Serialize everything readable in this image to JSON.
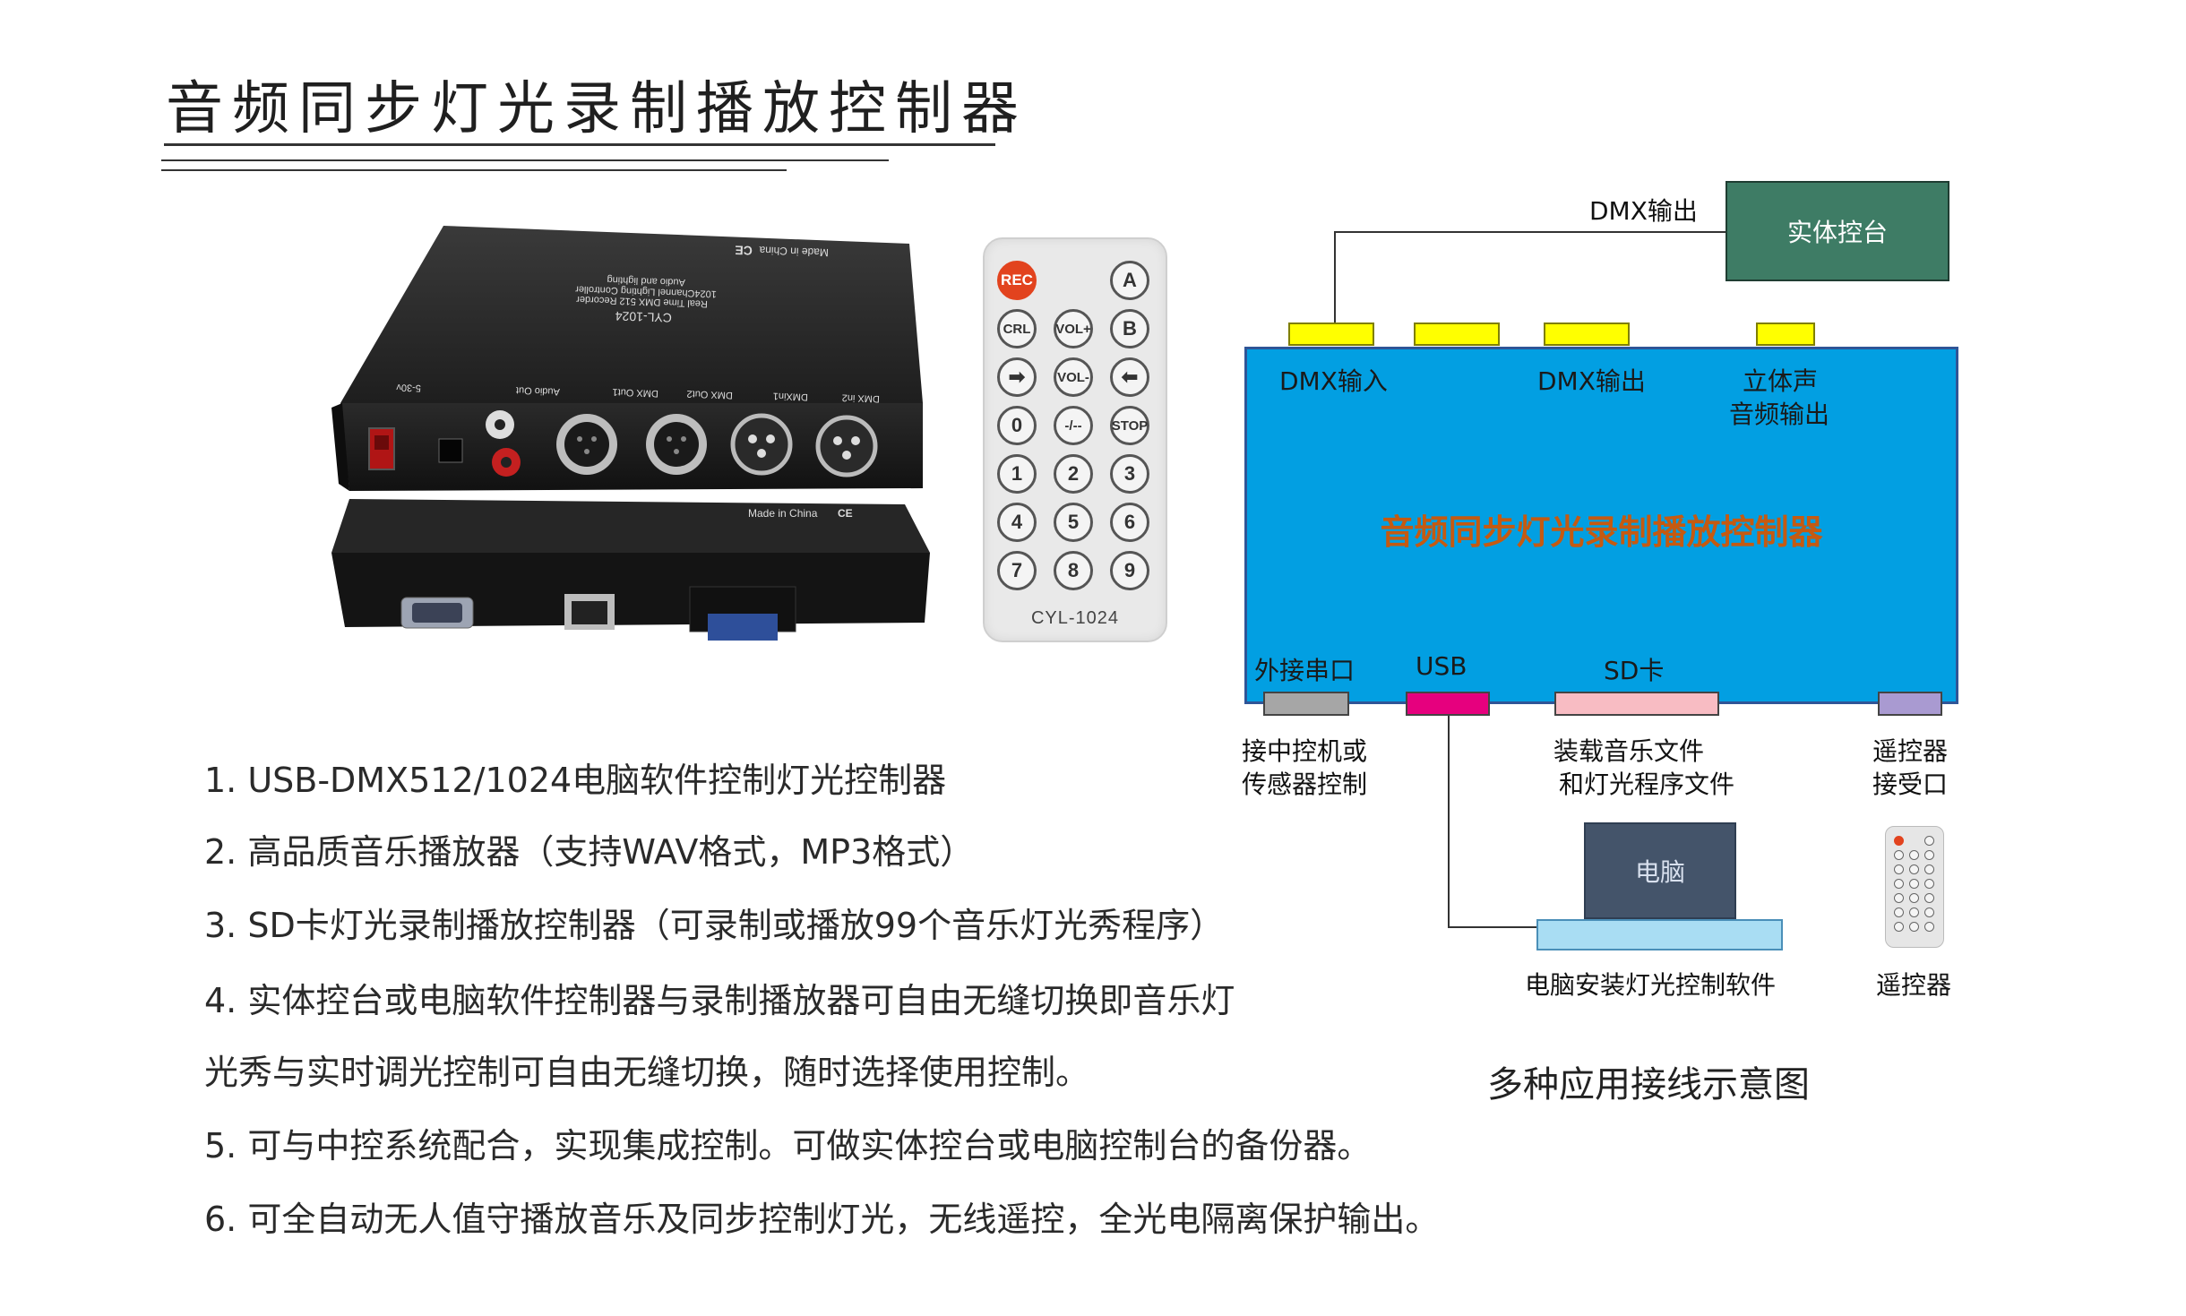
{
  "title": "音频同步灯光录制播放控制器",
  "device": {
    "top_panel": {
      "made_in": "Made in China",
      "ce_mark": "CE",
      "model": "CYL-1024",
      "line1": "Audio and lighting",
      "line2": "1024Channel Lighting Controller",
      "line3": "Real Time DMX 512 Recorder",
      "port_labels": [
        "DMX in2",
        "DMXin1",
        "DMX Out2",
        "DMX Out1",
        "Audio Out",
        "5-30v"
      ]
    },
    "bottom_panel": {
      "made_in": "Made in China",
      "ce_mark": "CE"
    }
  },
  "remote": {
    "buttons": [
      {
        "label": "REC",
        "style": "rec"
      },
      {
        "label": "A",
        "style": "normal"
      },
      {
        "label": "CRL",
        "style": "small"
      },
      {
        "label": "VOL+",
        "style": "small"
      },
      {
        "label": "B",
        "style": "normal"
      },
      {
        "label": "➡",
        "style": "normal"
      },
      {
        "label": "VOL-",
        "style": "small"
      },
      {
        "label": "⬅",
        "style": "normal"
      },
      {
        "label": "0",
        "style": "normal"
      },
      {
        "label": "-/--",
        "style": "small"
      },
      {
        "label": "STOP",
        "style": "small"
      },
      {
        "label": "1",
        "style": "normal"
      },
      {
        "label": "2",
        "style": "normal"
      },
      {
        "label": "3",
        "style": "normal"
      },
      {
        "label": "4",
        "style": "normal"
      },
      {
        "label": "5",
        "style": "normal"
      },
      {
        "label": "6",
        "style": "normal"
      },
      {
        "label": "7",
        "style": "normal"
      },
      {
        "label": "8",
        "style": "normal"
      },
      {
        "label": "9",
        "style": "normal"
      }
    ],
    "model": "CYL-1024"
  },
  "features": [
    "1.  USB-DMX512/1024电脑软件控制灯光控制器",
    "2.  高品质音乐播放器（支持WAV格式，MP3格式）",
    "3.  SD卡灯光录制播放控制器（可录制或播放99个音乐灯光秀程序）",
    "4.  实体控台或电脑软件控制器与录制播放器可自由无缝切换即音乐灯",
    "      光秀与实时调光控制可自由无缝切换，随时选择使用控制。",
    "5. 可与中控系统配合，实现集成控制。可做实体控台或电脑控制台的备份器。",
    "6.  可全自动无人值守播放音乐及同步控制灯光，无线遥控，全光电隔离保护输出。"
  ],
  "diagram": {
    "main_box_label": "音频同步灯光录制播放控制器",
    "console_label": "实体控台",
    "dmx_out_wire_label": "DMX输出",
    "top_ports": {
      "dmx_in": "DMX输入",
      "dmx_out": "DMX输出",
      "stereo_line1": "立体声",
      "stereo_line2": "音频输出"
    },
    "bottom_ports": {
      "serial": "外接串口",
      "usb": "USB",
      "sd": "SD卡"
    },
    "below_labels": {
      "serial_line1": "接中控机或",
      "serial_line2": "传感器控制",
      "sd_line1": "装载音乐文件",
      "sd_line2": "和灯光程序文件",
      "ir_line1": "遥控器",
      "ir_line2": "接受口"
    },
    "pc_screen_label": "电脑",
    "pc_caption": "电脑安装灯光控制软件",
    "remote_caption": "遥控器",
    "caption": "多种应用接线示意图",
    "colors": {
      "main_box": "#029fe2",
      "main_label": "#c55a11",
      "console": "#3e7c65",
      "top_port": "#ffff00",
      "serial_port": "#a6a6a6",
      "usb_port": "#e6007e",
      "sd_port": "#f8bcc3",
      "ir_port": "#a99ad1"
    }
  }
}
